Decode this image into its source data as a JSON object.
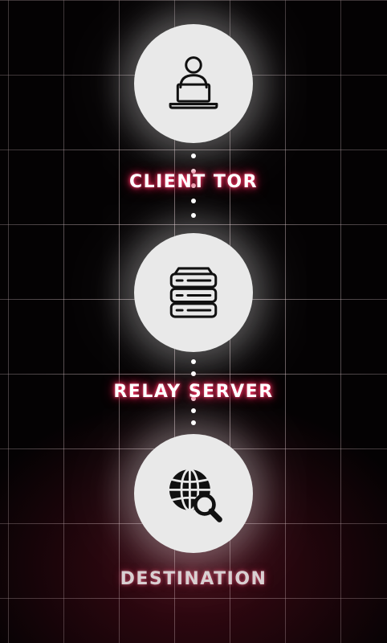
{
  "nodes": [
    {
      "label": "CLIENT TOR",
      "icon": "user-laptop-icon"
    },
    {
      "label": "RELAY SERVER",
      "icon": "server-stack-icon"
    },
    {
      "label": "DESTINATION",
      "icon": "globe-search-icon"
    }
  ],
  "colors": {
    "background": "#000000",
    "circle": "#e9e9e9",
    "glow": "#e0254f",
    "text": "#ffffff"
  }
}
